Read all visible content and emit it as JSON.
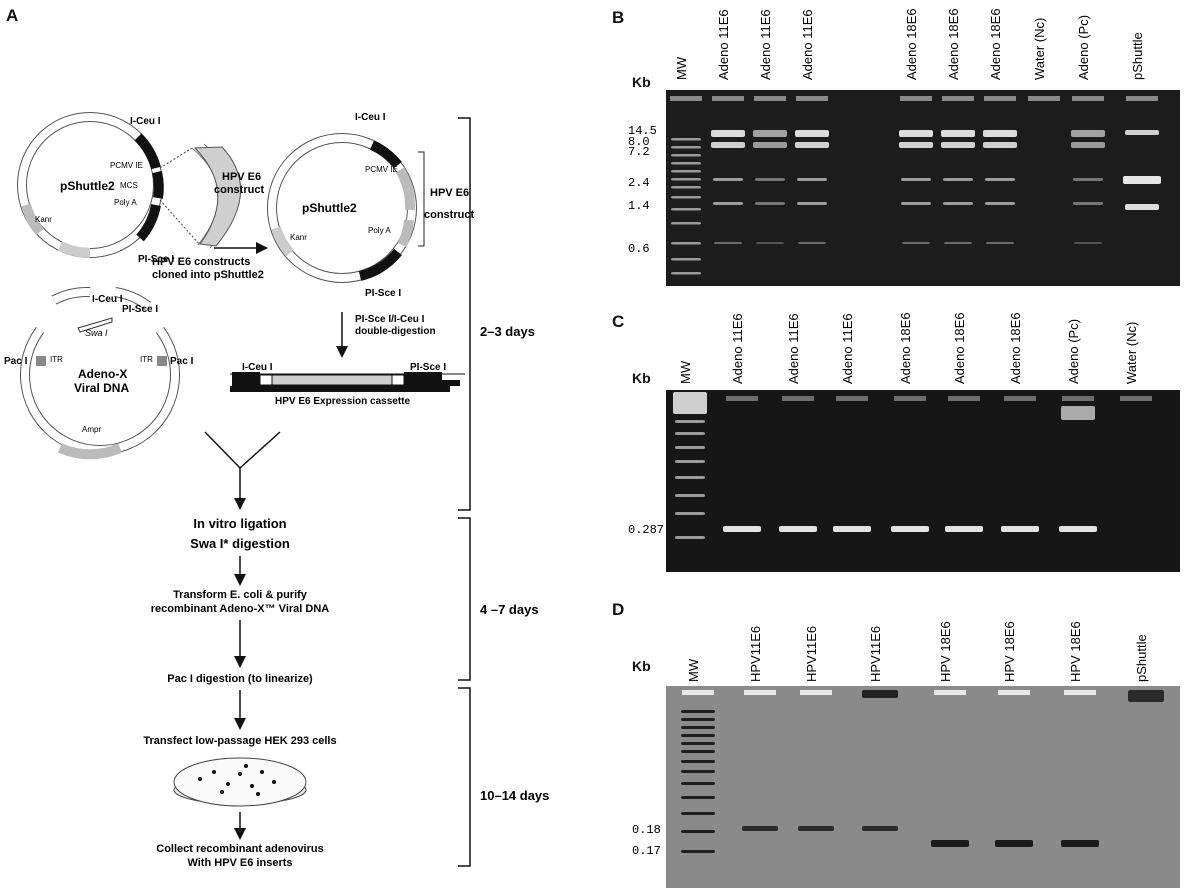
{
  "panels": {
    "A": "A",
    "B": "B",
    "C": "C",
    "D": "D"
  },
  "flow": {
    "pshuttle_left": "pShuttle2",
    "pshuttle_right": "pShuttle2",
    "iceu": "I-Ceu I",
    "pisce": "PI-Sce I",
    "pcmv": "PCMV IE",
    "mcs": "MCS",
    "polya": "Poly A",
    "kan": "Kanr",
    "construct_line1": "HPV E6",
    "construct_line2": "construct",
    "cloned_line1": "HPV E6 constructs",
    "cloned_line2": "cloned into pShuttle2",
    "double_line1": "PI-Sce I/I-Ceu I",
    "double_line2": "double-digestion",
    "swai": "Swa I",
    "itr": "ITR",
    "paci": "Pac I",
    "adeno_line1": "Adeno-X",
    "adeno_line2": "Viral DNA",
    "amp": "Ampr",
    "cassette": "HPV E6 Expression cassette",
    "step1a": "In vitro ligation",
    "step1b": "Swa I* digestion",
    "step2a": "Transform E. coli & purify",
    "step2b": "recombinant Adeno-X™ Viral DNA",
    "step3": "Pac I digestion (to linearize)",
    "step4": "Transfect low-passage HEK 293 cells",
    "step5a": "Collect recombinant adenovirus",
    "step5b": "With HPV E6 inserts",
    "time1": "2–3 days",
    "time2": "4 –7 days",
    "time3": "10–14 days"
  },
  "gelB": {
    "unit": "Kb",
    "lanes": [
      "MW",
      "Adeno 11E6",
      "Adeno 11E6",
      "Adeno 11E6",
      "Adeno 18E6",
      "Adeno 18E6",
      "Adeno 18E6",
      "Water (Nc)",
      "Adeno (Pc)",
      "pShuttle"
    ],
    "sizes": [
      "14.5",
      "8.0",
      "7.2",
      "2.4",
      "1.4",
      "0.6"
    ]
  },
  "gelC": {
    "unit": "Kb",
    "lanes": [
      "MW",
      "Adeno 11E6",
      "Adeno 11E6",
      "Adeno 11E6",
      "Adeno 18E6",
      "Adeno 18E6",
      "Adeno 18E6",
      "Adeno (Pc)",
      "Water (Nc)"
    ],
    "sizes": [
      "0.287"
    ]
  },
  "gelD": {
    "unit": "Kb",
    "lanes": [
      "MW",
      "HPV11E6",
      "HPV11E6",
      "HPV11E6",
      "HPV 18E6",
      "HPV 18E6",
      "HPV 18E6",
      "pShuttle"
    ],
    "sizes": [
      "0.18",
      "0.17"
    ]
  }
}
